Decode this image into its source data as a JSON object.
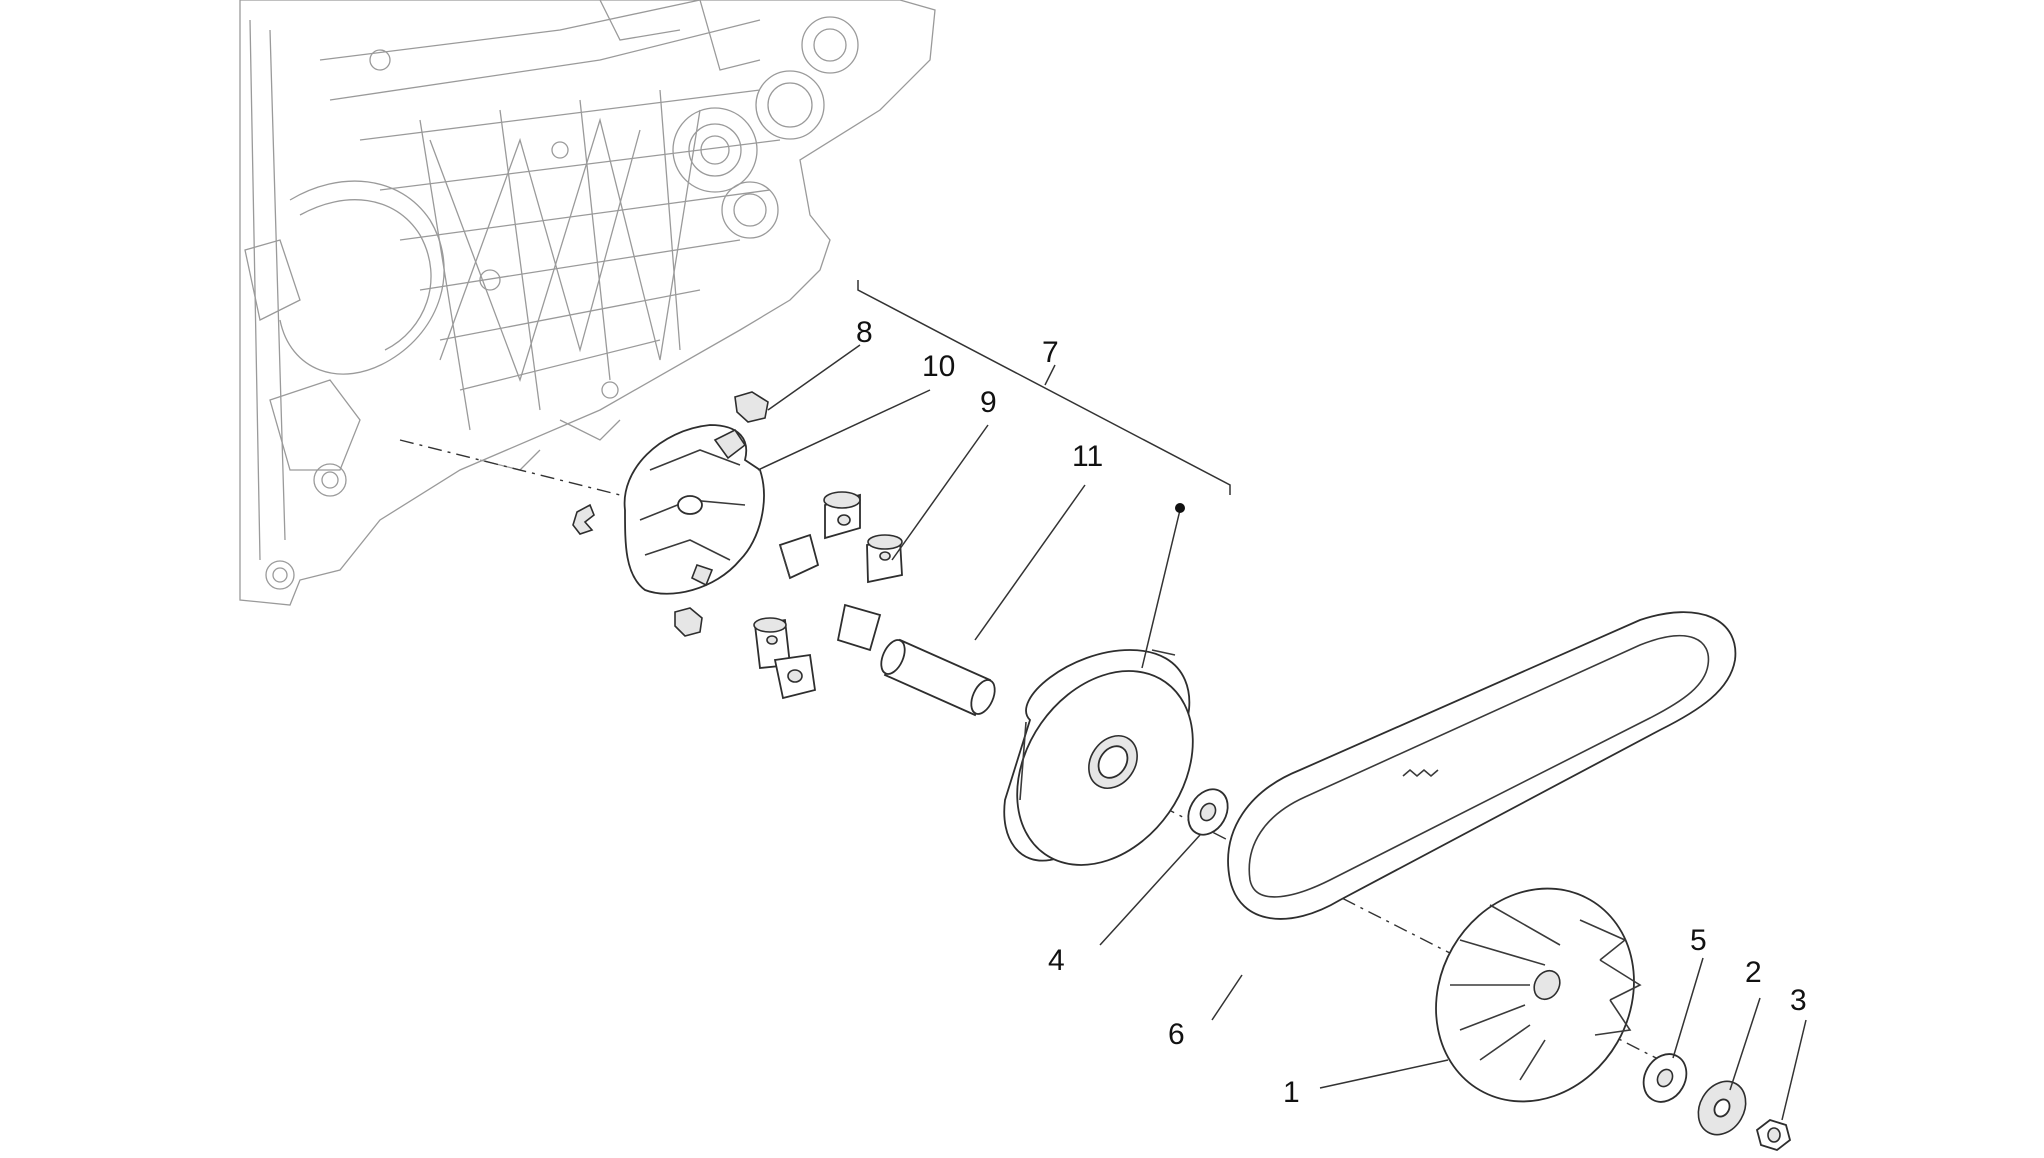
{
  "callouts": {
    "c1": "1",
    "c2": "2",
    "c3": "3",
    "c4": "4",
    "c5": "5",
    "c6": "6",
    "c7": "7",
    "c8": "8",
    "c9": "9",
    "c10": "10",
    "c11": "11"
  },
  "colors": {
    "line": "#2e2e2e",
    "ghost": "#9a9a9a",
    "background": "#ffffff"
  }
}
